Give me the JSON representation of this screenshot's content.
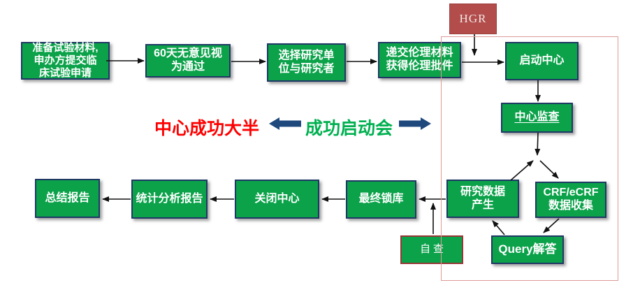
{
  "diagram": {
    "nodes": {
      "prepare": {
        "label": "准备试验材料,\n申办方提交临\n床试验申请"
      },
      "sixty_days": {
        "label": "60天无意见视\n为通过"
      },
      "select_site": {
        "label": "选择研究单\n位与研究者"
      },
      "ethics": {
        "label": "递交伦理材料\n获得伦理批件"
      },
      "hgr": {
        "label": "HGR"
      },
      "start_center": {
        "label": "启动中心"
      },
      "center_monitor": {
        "label": "中心监查"
      },
      "data_generate": {
        "label": "研究数据\n产生"
      },
      "crf_collect": {
        "label": "CRF/eCRF\n数据收集"
      },
      "query_answer": {
        "label": "Query解答"
      },
      "self_check": {
        "label": "自 查"
      },
      "final_lock": {
        "label": "最终锁库"
      },
      "close_center": {
        "label": "关闭中心"
      },
      "stats_report": {
        "label": "统计分析报告"
      },
      "summary_report": {
        "label": "总结报告"
      }
    },
    "captions": {
      "center_success": "中心成功大半",
      "kickoff_meeting": "成功启动会"
    },
    "colors": {
      "node_green": "#0ba24a",
      "node_border": "#1f3864",
      "hgr_red": "#b24d4b",
      "dark_red_border": "#953735",
      "region_border": "#dd9a98",
      "caption_red": "#fe0000",
      "caption_green": "#00b050",
      "arrow_blue": "#1f497d"
    }
  }
}
